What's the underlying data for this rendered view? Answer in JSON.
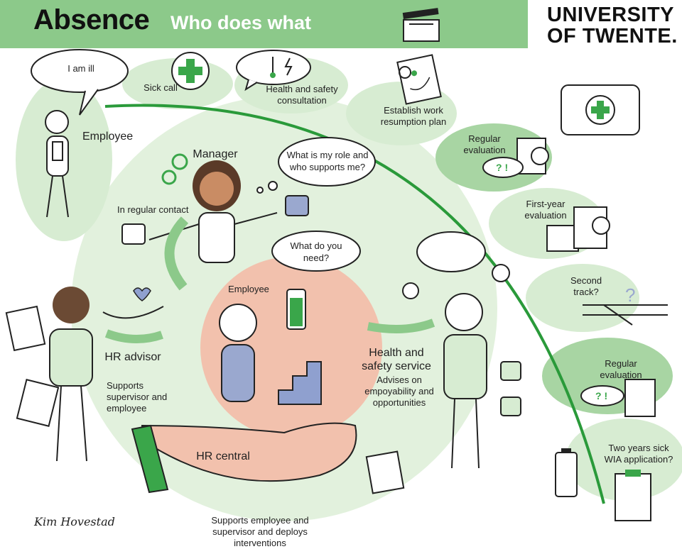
{
  "header": {
    "title": "Absence",
    "subtitle": "Who does what",
    "logo_line1": "UNIVERSITY",
    "logo_line2": "OF TWENTE."
  },
  "top": {
    "speech": "I am ill",
    "employee": "Employee",
    "sick_call": "Sick call",
    "health_safety": "Health and safety consultation",
    "work_plan": "Establish work resumption plan"
  },
  "timeline": {
    "regular_eval_1": "Regular evaluation",
    "first_year": "First-year evaluation",
    "second_track": "Second track?",
    "regular_eval_2": "Regular evaluation",
    "two_years": "Two years sick WIA application?"
  },
  "center": {
    "manager": "Manager",
    "manager_thought": "What is my role and who supports me?",
    "in_regular_contact": "In regular contact",
    "what_do_you_need": "What do you need?",
    "employee": "Employee",
    "hr_advisor": "HR advisor",
    "hr_advisor_desc": "Supports supervisor and employee",
    "hs_service": "Health and safety service",
    "hs_service_desc": "Advises on empoyability and opportunities",
    "hr_central": "HR central",
    "hr_central_desc": "Supports employee and supervisor and deploys interventions"
  },
  "footer": {
    "credit": "Kim Hovestad"
  },
  "colors": {
    "green_header": "#8cc98a",
    "light_green": "#d7ecd2",
    "accent_green": "#2a9a3a",
    "salmon": "#f2c1ad"
  }
}
